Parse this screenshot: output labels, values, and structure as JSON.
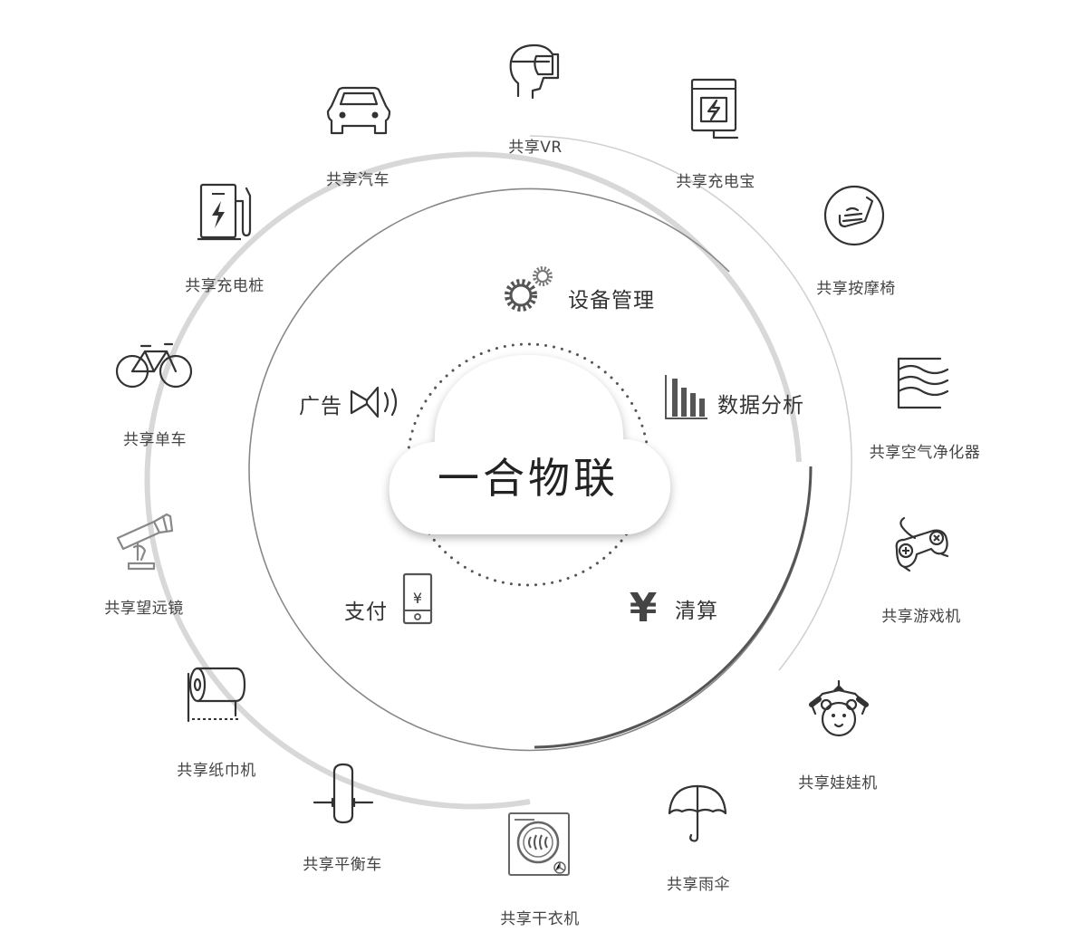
{
  "center": {
    "title": "一合物联"
  },
  "functions": {
    "device": "设备管理",
    "ads": "广告",
    "data": "数据分析",
    "pay": "支付",
    "settle": "清算"
  },
  "services": {
    "vr": "共享VR",
    "car": "共享汽车",
    "powerbank": "共享充电宝",
    "charger": "共享充电桩",
    "massage": "共享按摩椅",
    "bike": "共享单车",
    "air": "共享空气净化器",
    "telescope": "共享望远镜",
    "game": "共享游戏机",
    "tissue": "共享纸巾机",
    "claw": "共享娃娃机",
    "balance": "共享平衡车",
    "dryer": "共享干衣机",
    "umbrella": "共享雨伞"
  }
}
